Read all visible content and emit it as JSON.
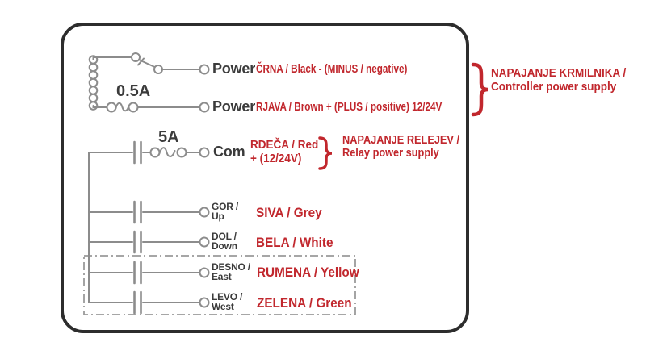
{
  "palette": {
    "red": "#c1272d",
    "line_gray": "#8c8c8c",
    "text_black": "#3b3b3b",
    "border_black": "#2d2d2d",
    "dash_gray": "#9a9a9a"
  },
  "fuses": {
    "controller": "0.5A",
    "relay": "5A"
  },
  "terminals": {
    "power1": "Power",
    "power2": "Power",
    "com": "Com",
    "up_line1": "GOR /",
    "up_line2": "Up",
    "down_line1": "DOL /",
    "down_line2": "Down",
    "east_line1": "DESNO /",
    "east_line2": "East",
    "west_line1": "LEVO /",
    "west_line2": "West"
  },
  "wires": {
    "black": "ČRNA / Black - (MINUS / negative)",
    "brown": "RJAVA / Brown + (PLUS / positive) 12/24V",
    "red_line1": "RDEČA / Red",
    "red_line2": "+ (12/24V)",
    "grey": "SIVA / Grey",
    "white": "BELA / White",
    "yellow": "RUMENA / Yellow",
    "green": "ZELENA / Green"
  },
  "annotations": {
    "controller_line1": "NAPAJANJE KRMILNIKA /",
    "controller_line2": "Controller power supply",
    "relay_line1": "NAPAJANJE RELEJEV /",
    "relay_line2": "Relay power supply"
  }
}
